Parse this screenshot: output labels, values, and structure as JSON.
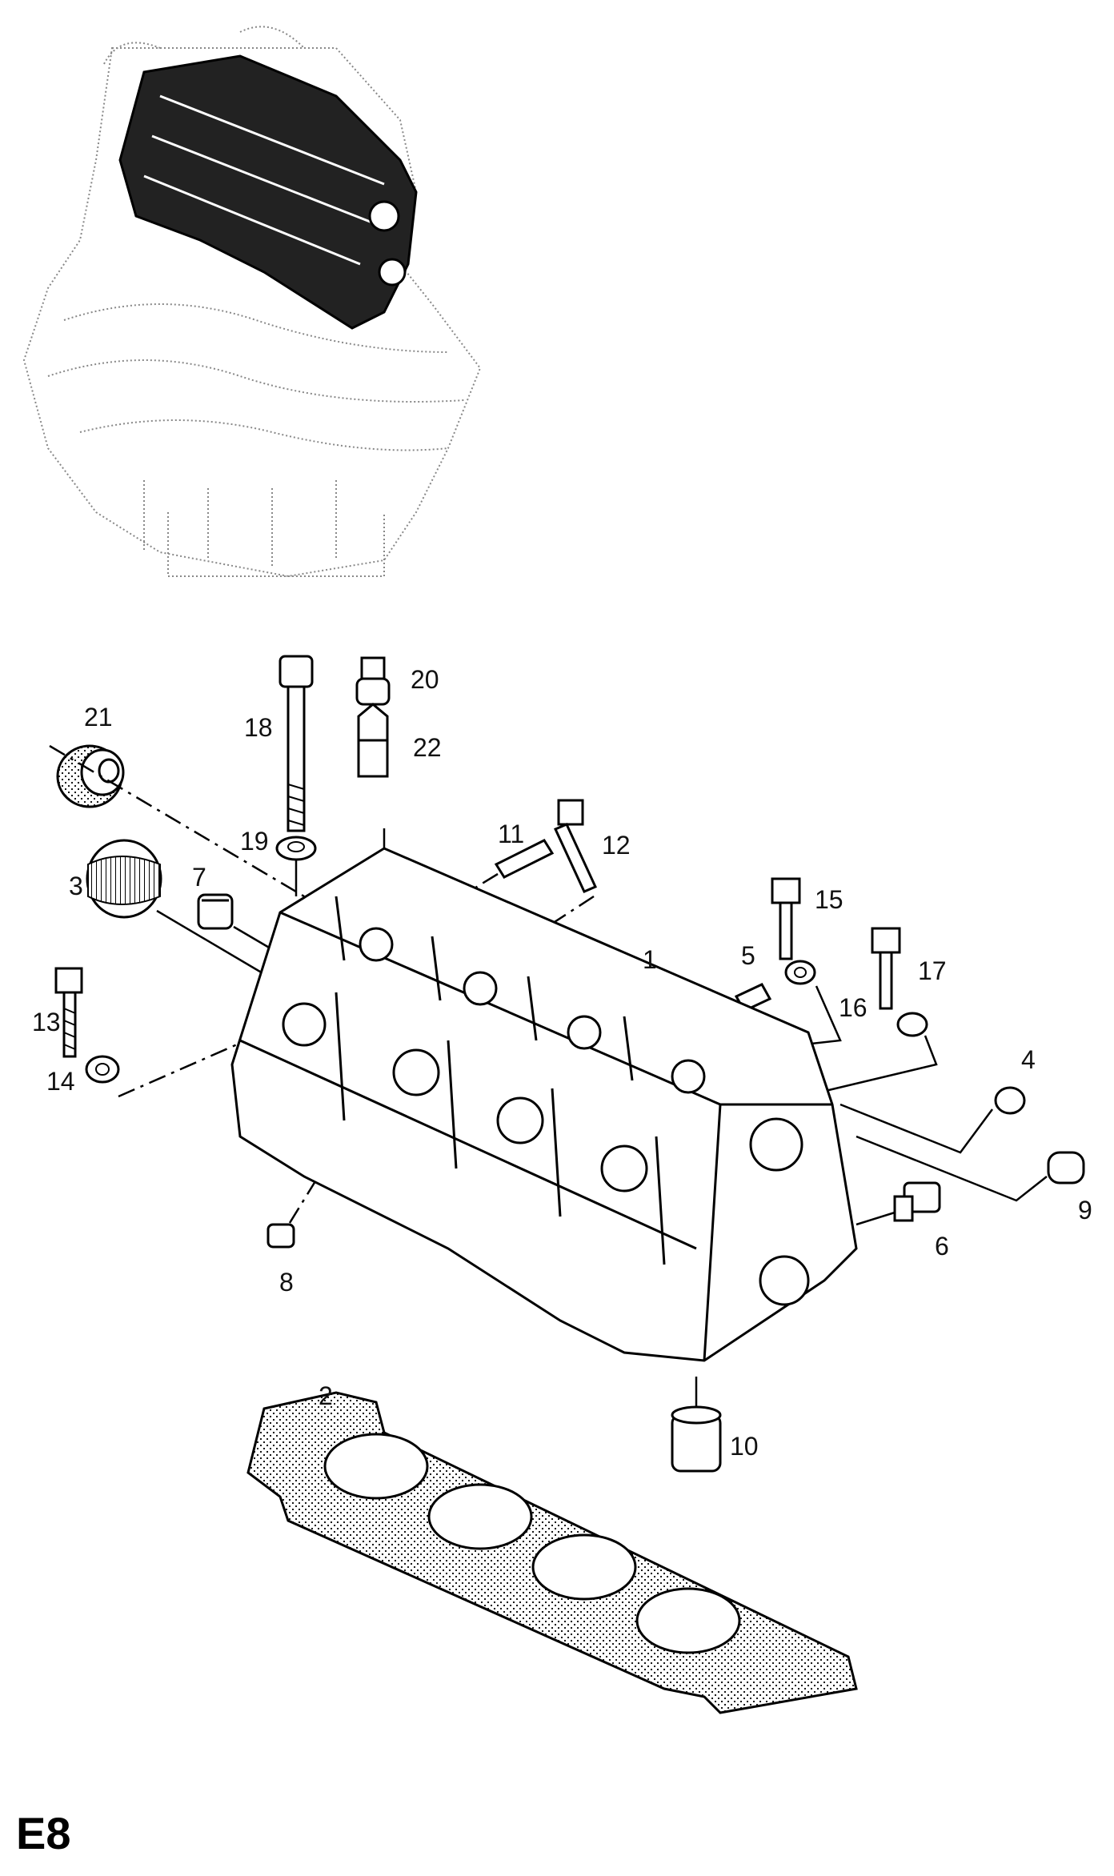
{
  "page_code": "E8",
  "callouts": {
    "c1": "1",
    "c2": "2",
    "c3": "3",
    "c4": "4",
    "c5": "5",
    "c6": "6",
    "c7": "7",
    "c8": "8",
    "c9": "9",
    "c10": "10",
    "c11": "11",
    "c12": "12",
    "c13": "13",
    "c14": "14",
    "c15": "15",
    "c16": "16",
    "c17": "17",
    "c18": "18",
    "c19": "19",
    "c20": "20",
    "c21": "21",
    "c22": "22"
  },
  "icons": {
    "engine_locator": "engine-locator-icon",
    "cylinder_head": "cylinder-head-icon",
    "head_gasket": "head-gasket-icon"
  }
}
